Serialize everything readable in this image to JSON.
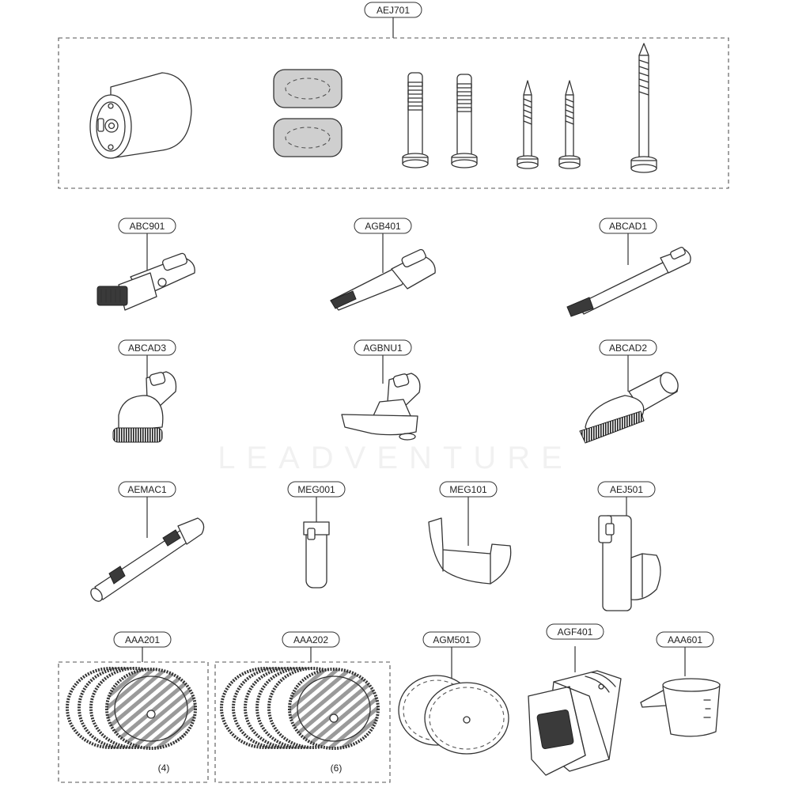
{
  "watermark": "LEADVENTURE",
  "parts": [
    {
      "code": "AEJ701"
    },
    {
      "code": "ABC901"
    },
    {
      "code": "AGB401"
    },
    {
      "code": "ABCAD1"
    },
    {
      "code": "ABCAD3"
    },
    {
      "code": "AGBNU1"
    },
    {
      "code": "ABCAD2"
    },
    {
      "code": "AEMAC1"
    },
    {
      "code": "MEG001"
    },
    {
      "code": "MEG101"
    },
    {
      "code": "AEJ501"
    },
    {
      "code": "AAA201",
      "quantity": "(4)"
    },
    {
      "code": "AAA202",
      "quantity": "(6)"
    },
    {
      "code": "AGM501"
    },
    {
      "code": "AGF401"
    },
    {
      "code": "AAA601"
    }
  ]
}
